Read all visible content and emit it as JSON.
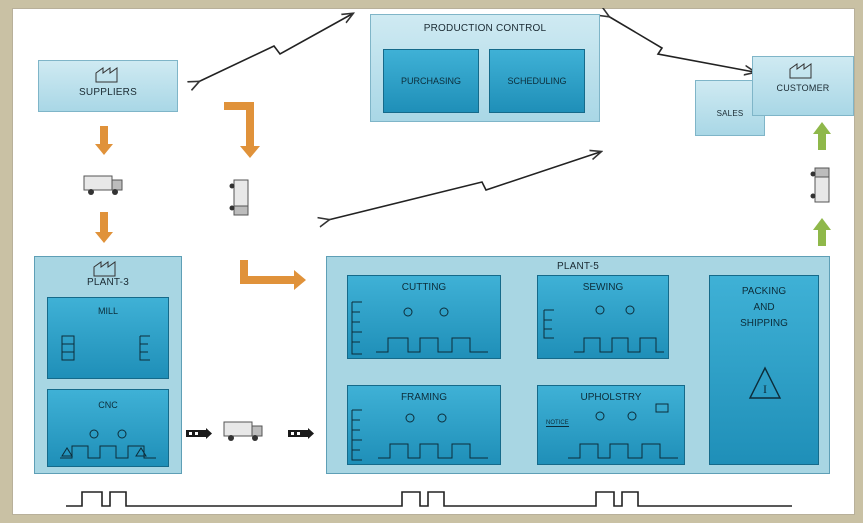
{
  "labels": {
    "production_control": "PRODUCTION CONTROL",
    "purchasing": "PURCHASING",
    "scheduling": "SCHEDULING",
    "suppliers": "SUPPLIERS",
    "customer": "CUSTOMER",
    "sales": "SALES",
    "plant3": "PLANT-3",
    "mill": "MILL",
    "cnc": "CNC",
    "plant5": "PLANT-5",
    "cutting": "CUTTING",
    "sewing": "SEWING",
    "framing": "FRAMING",
    "upholstry": "UPHOLSTRY",
    "packing_line1": "PACKING",
    "packing_line2": "AND",
    "packing_line3": "SHIPPING",
    "inventory_mark": "I",
    "operator_tag": "NOTICE"
  },
  "colors": {
    "frame": "#c9c1a4",
    "light_box": "#a9d7e6",
    "process_box": "#1f8fb8",
    "orange_arrow": "#e0923a",
    "green_arrow": "#8fb84a"
  }
}
